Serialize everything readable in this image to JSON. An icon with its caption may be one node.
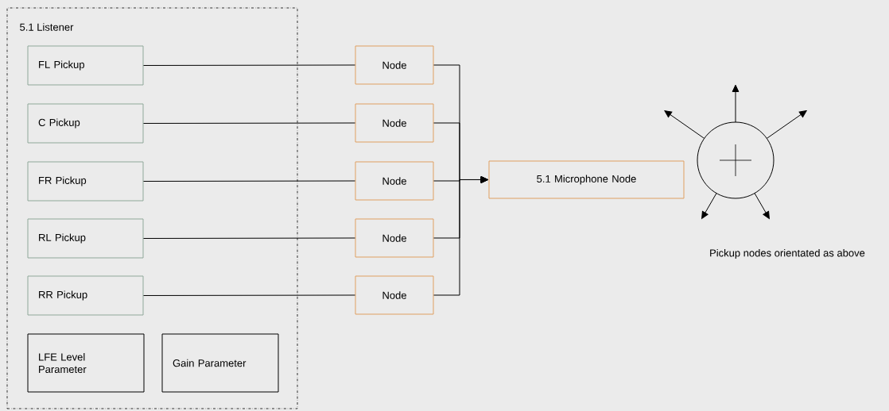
{
  "diagram": {
    "nodes": [
      {
        "text": [
          "5.1 Listener"
        ]
      },
      {
        "text": [
          "FL Pickup"
        ],
        "in": 0
      },
      {
        "text": [
          "C Pickup"
        ],
        "in": 0
      },
      {
        "text": [
          "FR Pickup"
        ],
        "in": 0
      },
      {
        "text": [
          "RL Pickup"
        ],
        "in": 0
      },
      {
        "text": [
          "RR Pickup"
        ],
        "in": 0
      },
      {
        "text": [
          "LFE Level Parameter"
        ],
        "in": 0
      },
      {
        "text": [
          "Gain Parameter"
        ],
        "in": 0
      },
      {
        "text": [
          "Node"
        ]
      },
      {
        "text": [
          "Node"
        ]
      },
      {
        "text": [
          "Node"
        ]
      },
      {
        "text": [
          "Node"
        ]
      },
      {
        "text": [
          "Node"
        ]
      },
      {
        "text": [
          "5.1 Microphone Node"
        ]
      },
      {
        "text": [],
        "shape": "circle"
      }
    ],
    "labels": [
      "Pickup nodes orientated as above"
    ],
    "edges": [
      {
        "from": 1,
        "to": 8,
        "arrow": "none"
      },
      {
        "from": 2,
        "to": 9,
        "arrow": "none"
      },
      {
        "from": 3,
        "to": 10,
        "arrow": "none"
      },
      {
        "from": 4,
        "to": 11,
        "arrow": "none"
      },
      {
        "from": 5,
        "to": 12,
        "arrow": "none"
      },
      {
        "from": 8,
        "to": 13,
        "arrow": "to"
      },
      {
        "from": 9,
        "to": 13,
        "arrow": "to"
      },
      {
        "from": 10,
        "to": 13,
        "arrow": "to"
      },
      {
        "from": 11,
        "to": 13,
        "arrow": "to"
      },
      {
        "from": 12,
        "to": 13,
        "arrow": "to"
      }
    ]
  }
}
